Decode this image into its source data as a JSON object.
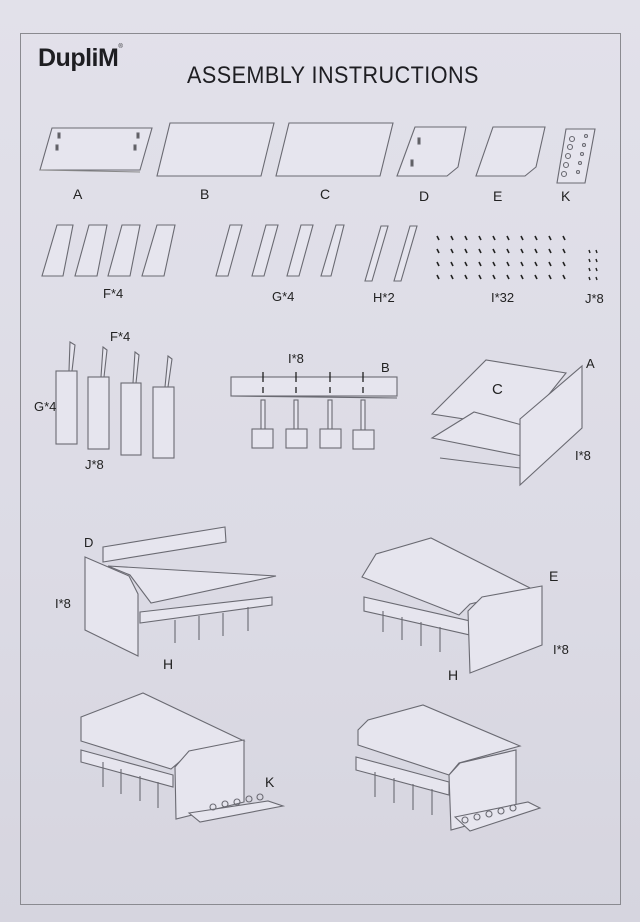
{
  "header": {
    "brand": "DupliM",
    "trademark": "®",
    "title": "ASSEMBLY INSTRUCTIONS"
  },
  "parts": {
    "A": "A",
    "B": "B",
    "C": "C",
    "D": "D",
    "E": "E",
    "K": "K",
    "F": "F*4",
    "G": "G*4",
    "H": "H*2",
    "I": "I*32",
    "J": "J*8"
  },
  "steps": {
    "step1": {
      "top_label": "F*4",
      "left_label": "G*4",
      "bottom_label": "J*8"
    },
    "step2": {
      "top_label": "I*8",
      "right_label": "B"
    },
    "step3": {
      "panel_label": "C",
      "side_label": "A",
      "fastener_label": "I*8"
    },
    "step4": {
      "side_label": "D",
      "fastener_label": "I*8",
      "bottom_label": "H"
    },
    "step5": {
      "side_label": "E",
      "fastener_label": "I*8",
      "bottom_label": "H"
    },
    "step6": {
      "part_label": "K"
    },
    "step7": {}
  },
  "colors": {
    "paper": "#dddbe6",
    "ink": "#222222",
    "line": "#6a6a72"
  }
}
